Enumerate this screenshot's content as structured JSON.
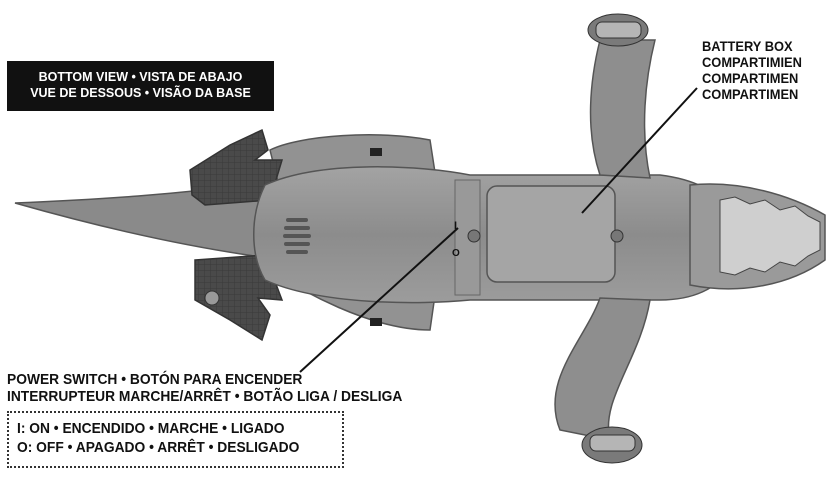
{
  "view_banner": {
    "line1": "BOTTOM VIEW • VISTA DE ABAJO",
    "line2": "VUE DE DESSOUS • VISÃO DA BASE"
  },
  "battery_box": {
    "line1": "BATTERY BOX",
    "line2": "COMPARTIMIEN",
    "line3": "COMPARTIMEN",
    "line4": "COMPARTIMEN"
  },
  "power_switch": {
    "line1": "POWER SWITCH • BOTÓN PARA ENCENDER",
    "line2": "INTERRUPTEUR MARCHE/ARRÊT • BOTÃO LIGA / DESLIGA"
  },
  "switch_legend": {
    "on": "I: ON • ENCENDIDO • MARCHE • LIGADO",
    "off": "O: OFF • APAGADO • ARRÊT • DESLIGADO"
  },
  "switch_marks": {
    "on_mark": "I",
    "off_mark": "O"
  },
  "colors": {
    "body": "#8e8e8e",
    "body_dark": "#6b6b6b",
    "foot_dark": "#4a4a4a",
    "text": "#111111",
    "banner_bg": "#111111"
  }
}
